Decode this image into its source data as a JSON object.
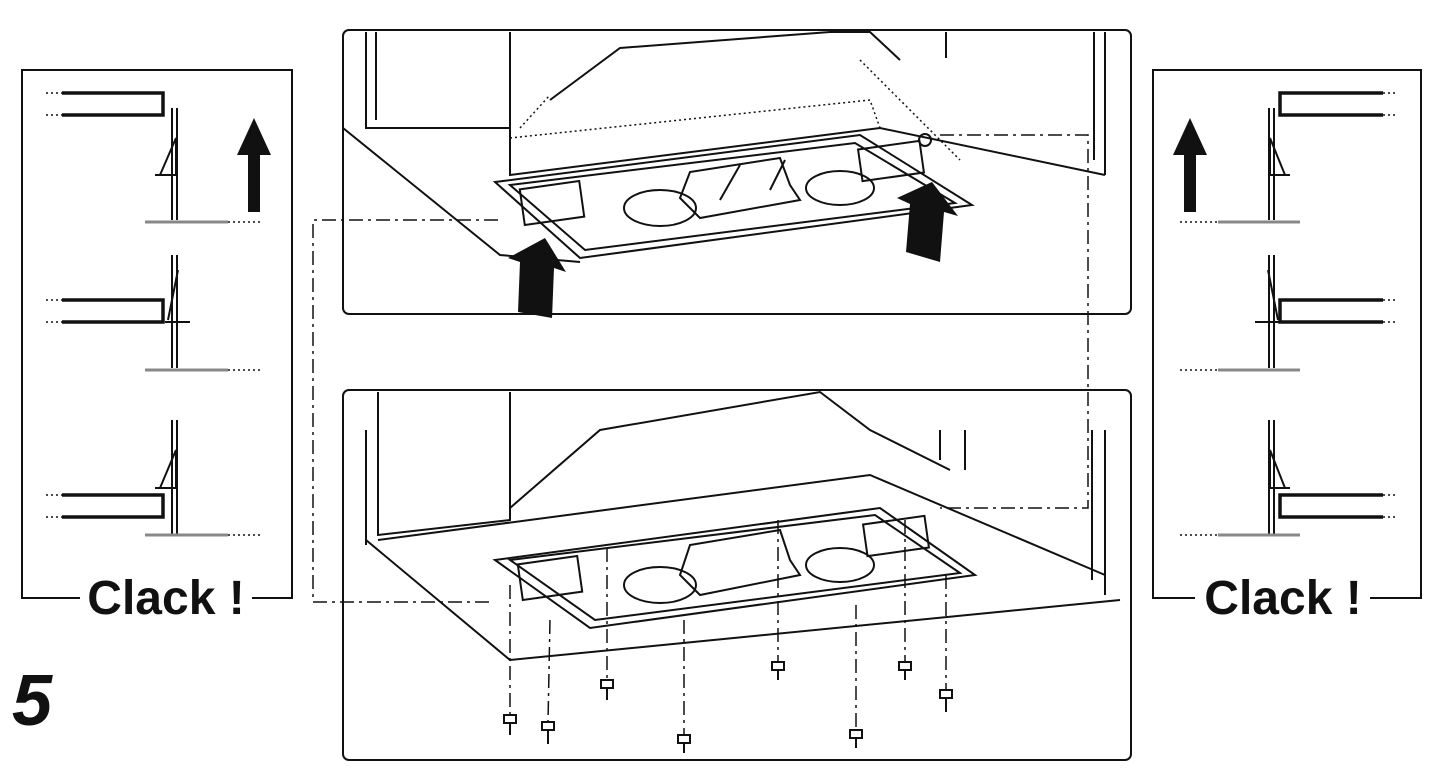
{
  "step_number": "5",
  "left_panel": {
    "caption": "Clack !",
    "arrow": "up-arrow"
  },
  "right_panel": {
    "caption": "Clack !",
    "arrow": "up-arrow"
  },
  "top_panel": {
    "arrows": [
      "up-arrow",
      "up-arrow"
    ]
  },
  "bottom_panel": {
    "screws": 8
  }
}
